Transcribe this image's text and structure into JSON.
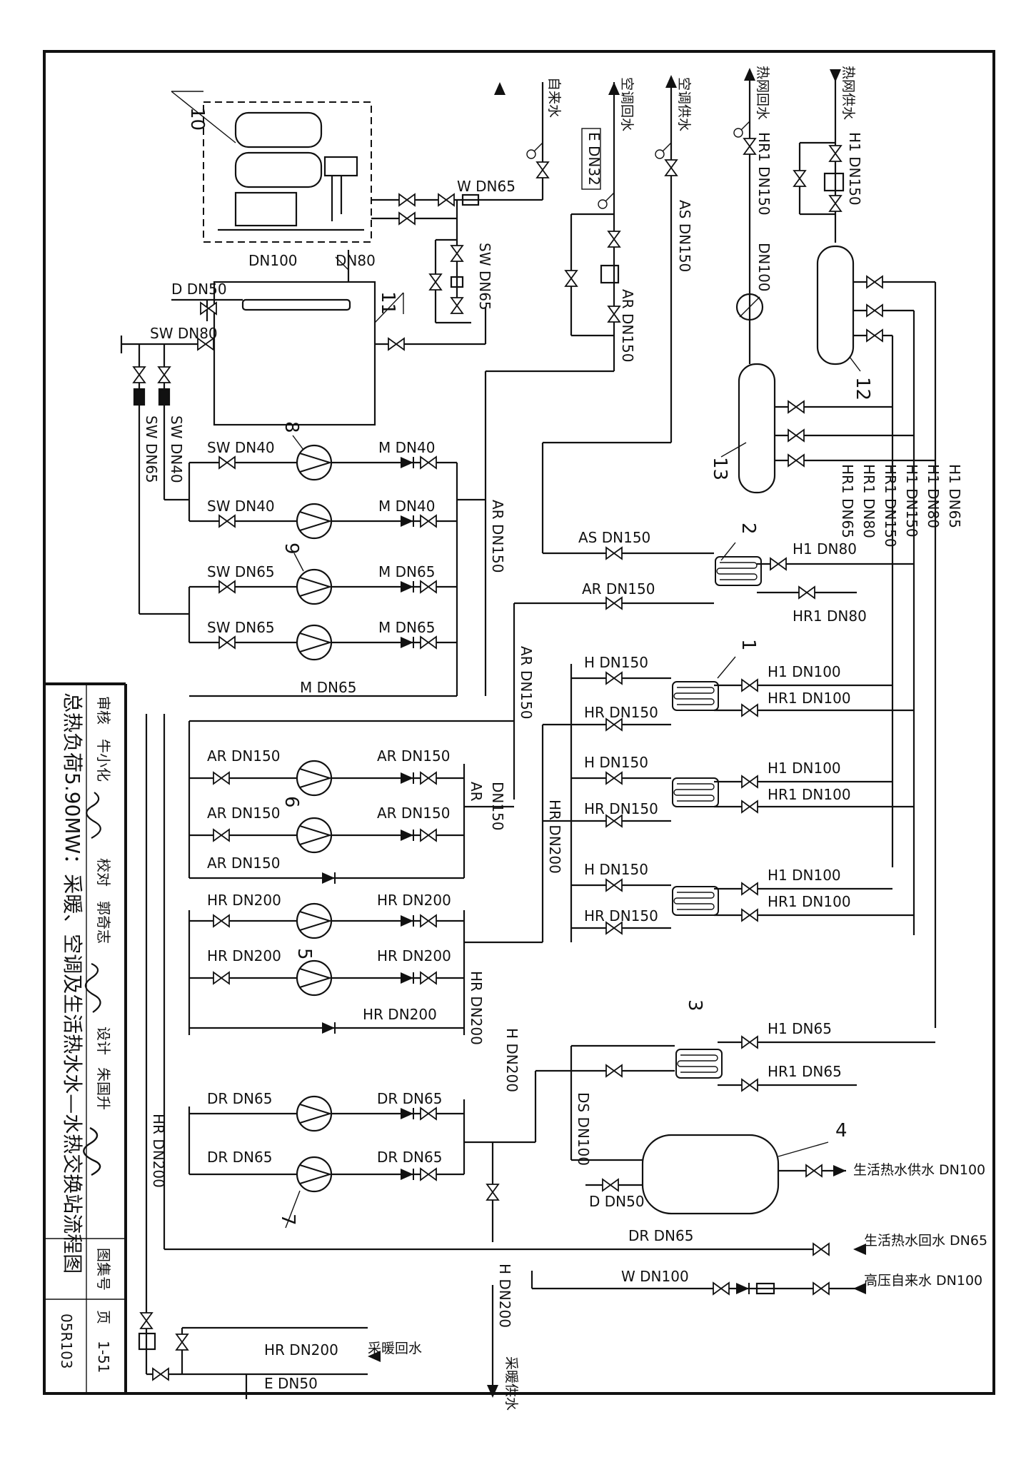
{
  "drawing": {
    "title": "总热负荷5.90MW：采暖、空调及生活热水水—水热交换站流程图",
    "atlas_no_label": "图集号",
    "atlas_no": "05R103",
    "page_label": "页",
    "page_no": "1-51",
    "roles": [
      "审核",
      "校对",
      "设计"
    ],
    "names": [
      "牛小化",
      "郭奇志",
      "朱国升"
    ]
  },
  "equipment_numbers": [
    "1",
    "2",
    "3",
    "4",
    "5",
    "6",
    "7",
    "8",
    "9",
    "10",
    "11",
    "12",
    "13"
  ],
  "external_connections": {
    "city_water": "自来水",
    "ac_return": "空调回水",
    "ac_supply": "空调供水",
    "heat_net_return": "热网回水",
    "heat_net_supply": "热网供水",
    "dhw_supply": "生活热水供水 DN100",
    "dhw_return": "生活热水回水 DN65",
    "hp_city_water": "高压自来水 DN100",
    "heating_return": "采暖回水",
    "heating_supply": "采暖供水"
  },
  "pipe_labels": {
    "w_dn65": "W DN65",
    "e_dn32": "E DN32",
    "as_dn150_top": "AS DN150",
    "hr1_dn150_top": "HR1 DN150",
    "h1_dn150_top": "H1 DN150",
    "dn100_top": "DN100",
    "dn100_tank": "DN100",
    "dn80_tank": "DN80",
    "sw_dn65_v": "SW DN65",
    "d_dn50_tank": "D DN50",
    "sw_dn80": "SW DN80",
    "ar_dn150_v1": "AR DN150",
    "sw_dn65_left": "SW DN65",
    "sw_dn40_left": "SW DN40",
    "pump8_in": "SW DN40",
    "pump8_out": "M DN40",
    "pump8b_in": "SW DN40",
    "pump8b_out": "M DN40",
    "pump9_in": "SW DN65",
    "pump9_out": "M DN65",
    "pump9b_in": "SW DN65",
    "pump9b_out": "M DN65",
    "m_dn65": "M DN65",
    "ar_dn150_v2": "AR DN150",
    "as_dn150_hx2": "AS DN150",
    "ar_dn150_hx2": "AR DN150",
    "h1_dn80_hx2": "H1 DN80",
    "hr1_dn80_hx2": "HR1 DN80",
    "hr1_dn65_v": "HR1 DN65",
    "hr1_dn80_v": "HR1 DN80",
    "hr1_dn150_v": "HR1 DN150",
    "h1_dn150_v": "H1 DN150",
    "h1_dn80_v": "H1 DN80",
    "h1_dn65_v": "H1 DN65",
    "ar_dn150_v3": "AR DN150",
    "hx1a_h": "H DN150",
    "hx1a_hr": "HR DN150",
    "hx1a_h1": "H1 DN100",
    "hx1a_hr1": "HR1 DN100",
    "hx1b_h": "H DN150",
    "hx1b_hr": "HR DN150",
    "hx1b_h1": "H1 DN100",
    "hx1b_hr1": "HR1 DN100",
    "hx1c_h": "H DN150",
    "hx1c_hr": "HR DN150",
    "hx1c_h1": "H1 DN100",
    "hx1c_hr1": "HR1 DN100",
    "pump6a_in": "AR DN150",
    "pump6a_out": "AR DN150",
    "pump6b_in": "AR DN150",
    "pump6b_out": "AR DN150",
    "ar_bypass": "AR DN150",
    "ar_v": "AR",
    "ar_dn150_v4": "DN150",
    "hr_dn200_v1": "HR DN200",
    "pump5a_in": "HR DN200",
    "pump5a_out": "HR DN200",
    "pump5b_in": "HR DN200",
    "pump5b_out": "HR DN200",
    "hr_bypass": "HR DN200",
    "hr_dn200_v2": "HR DN200",
    "h_dn200_v1": "H DN200",
    "hx3_h1": "H1 DN65",
    "hx3_hr1": "HR1 DN65",
    "ds_dn100": "DS DN100",
    "pump7a_in": "DR DN65",
    "pump7a_out": "DR DN65",
    "pump7b_in": "DR DN65",
    "pump7b_out": "DR DN65",
    "d_dn50_tank4": "D DN50",
    "hr_dn200_left": "HR DN200",
    "dr_dn65": "DR DN65",
    "w_dn100": "W DN100",
    "h_dn200_v2": "H DN200",
    "hr_dn200_bottom": "HR DN200",
    "e_dn50": "E DN50"
  }
}
